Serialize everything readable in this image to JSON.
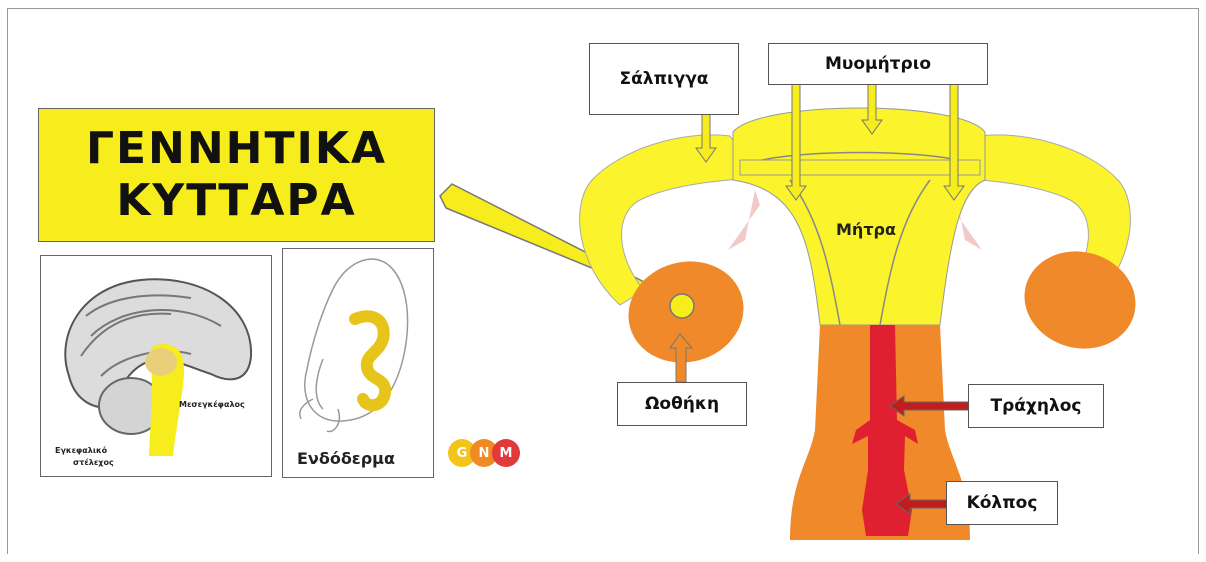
{
  "title_box": {
    "line1": "ΓΕΝΝΗΤΙΚΑ",
    "line2": "ΚΥΤΤΑΡΑ"
  },
  "labels": {
    "salpinx": "Σάλπιγγα",
    "myometrium": "Μυομήτριο",
    "uterus": "Μήτρα",
    "ovary": "Ωοθήκη",
    "cervix": "Τράχηλος",
    "vagina": "Κόλπος"
  },
  "brain_panel": {
    "midbrain": "Μεσεγκέφαλος",
    "brainstem_line1": "Εγκεφαλικό",
    "brainstem_line2": "στέλεχος"
  },
  "embryo_panel": {
    "label": "Ενδόδερμα"
  },
  "gnm_logo": {
    "g": "G",
    "n": "N",
    "m": "M"
  },
  "colors": {
    "title_yellow": "#f7ec1c",
    "uterus_yellow": "#fbf32c",
    "ovary_orange": "#f0892a",
    "cervix_red": "#e02030",
    "gnm_g": "#f3c51a",
    "gnm_n": "#f08a24",
    "gnm_m": "#e13a3a"
  }
}
